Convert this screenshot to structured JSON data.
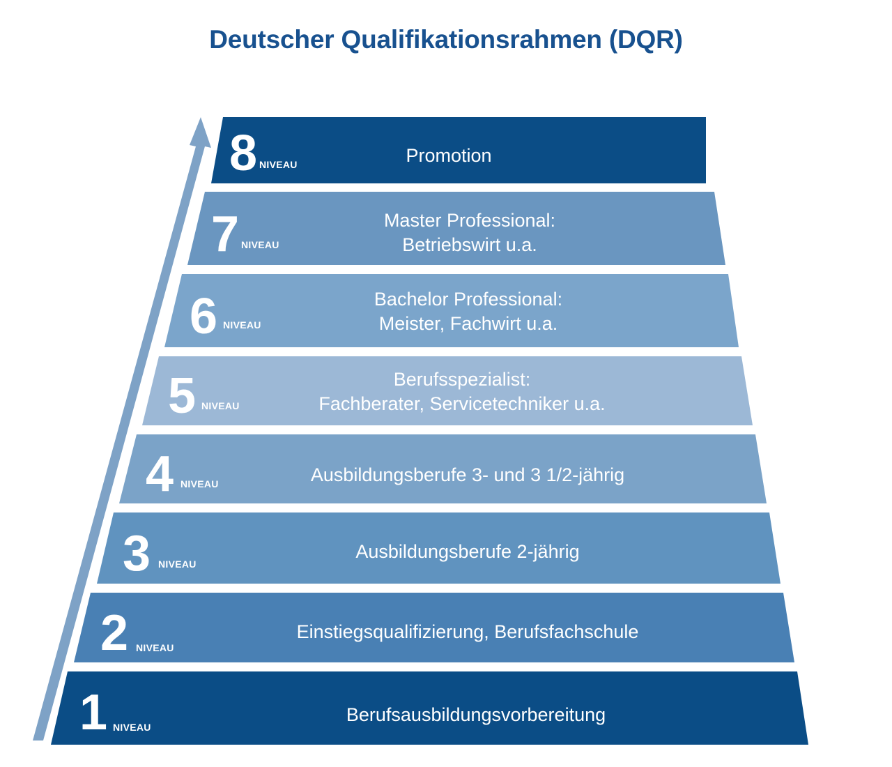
{
  "title": "Deutscher Qualifikationsrahmen (DQR)",
  "colors": {
    "title": "#18518f",
    "dark_blue": "#0b4d86",
    "arrow": "#7ea2c6",
    "background": "#ffffff"
  },
  "arrow": {
    "name": "upward-progression-arrow",
    "direction": "up"
  },
  "niveau_word": "NIVEAU",
  "levels": [
    {
      "number": "8",
      "niveau": "NIVEAU",
      "label_lines": [
        "Promotion"
      ],
      "color": "#0b4d86"
    },
    {
      "number": "7",
      "niveau": "NIVEAU",
      "label_lines": [
        "Master Professional:",
        "Betriebswirt u.a."
      ],
      "color": "#6a96c0"
    },
    {
      "number": "6",
      "niveau": "NIVEAU",
      "label_lines": [
        "Bachelor Professional:",
        "Meister, Fachwirt u.a."
      ],
      "color": "#7ba5cb"
    },
    {
      "number": "5",
      "niveau": "NIVEAU",
      "label_lines": [
        "Berufsspezialist:",
        "Fachberater, Servicetechniker u.a."
      ],
      "color": "#9cb8d6"
    },
    {
      "number": "4",
      "niveau": "NIVEAU",
      "label_lines": [
        "Ausbildungsberufe 3- und 3 1/2-jährig"
      ],
      "color": "#7ba3c8"
    },
    {
      "number": "3",
      "niveau": "NIVEAU",
      "label_lines": [
        "Ausbildungsberufe 2-jährig"
      ],
      "color": "#6093bf"
    },
    {
      "number": "2",
      "niveau": "NIVEAU",
      "label_lines": [
        "Einstiegsqualifizierung, Berufsfachschule"
      ],
      "color": "#4980b4"
    },
    {
      "number": "1",
      "niveau": "NIVEAU",
      "label_lines": [
        "Berufsausbildungsvorbereitung"
      ],
      "color": "#0b4d86"
    }
  ]
}
